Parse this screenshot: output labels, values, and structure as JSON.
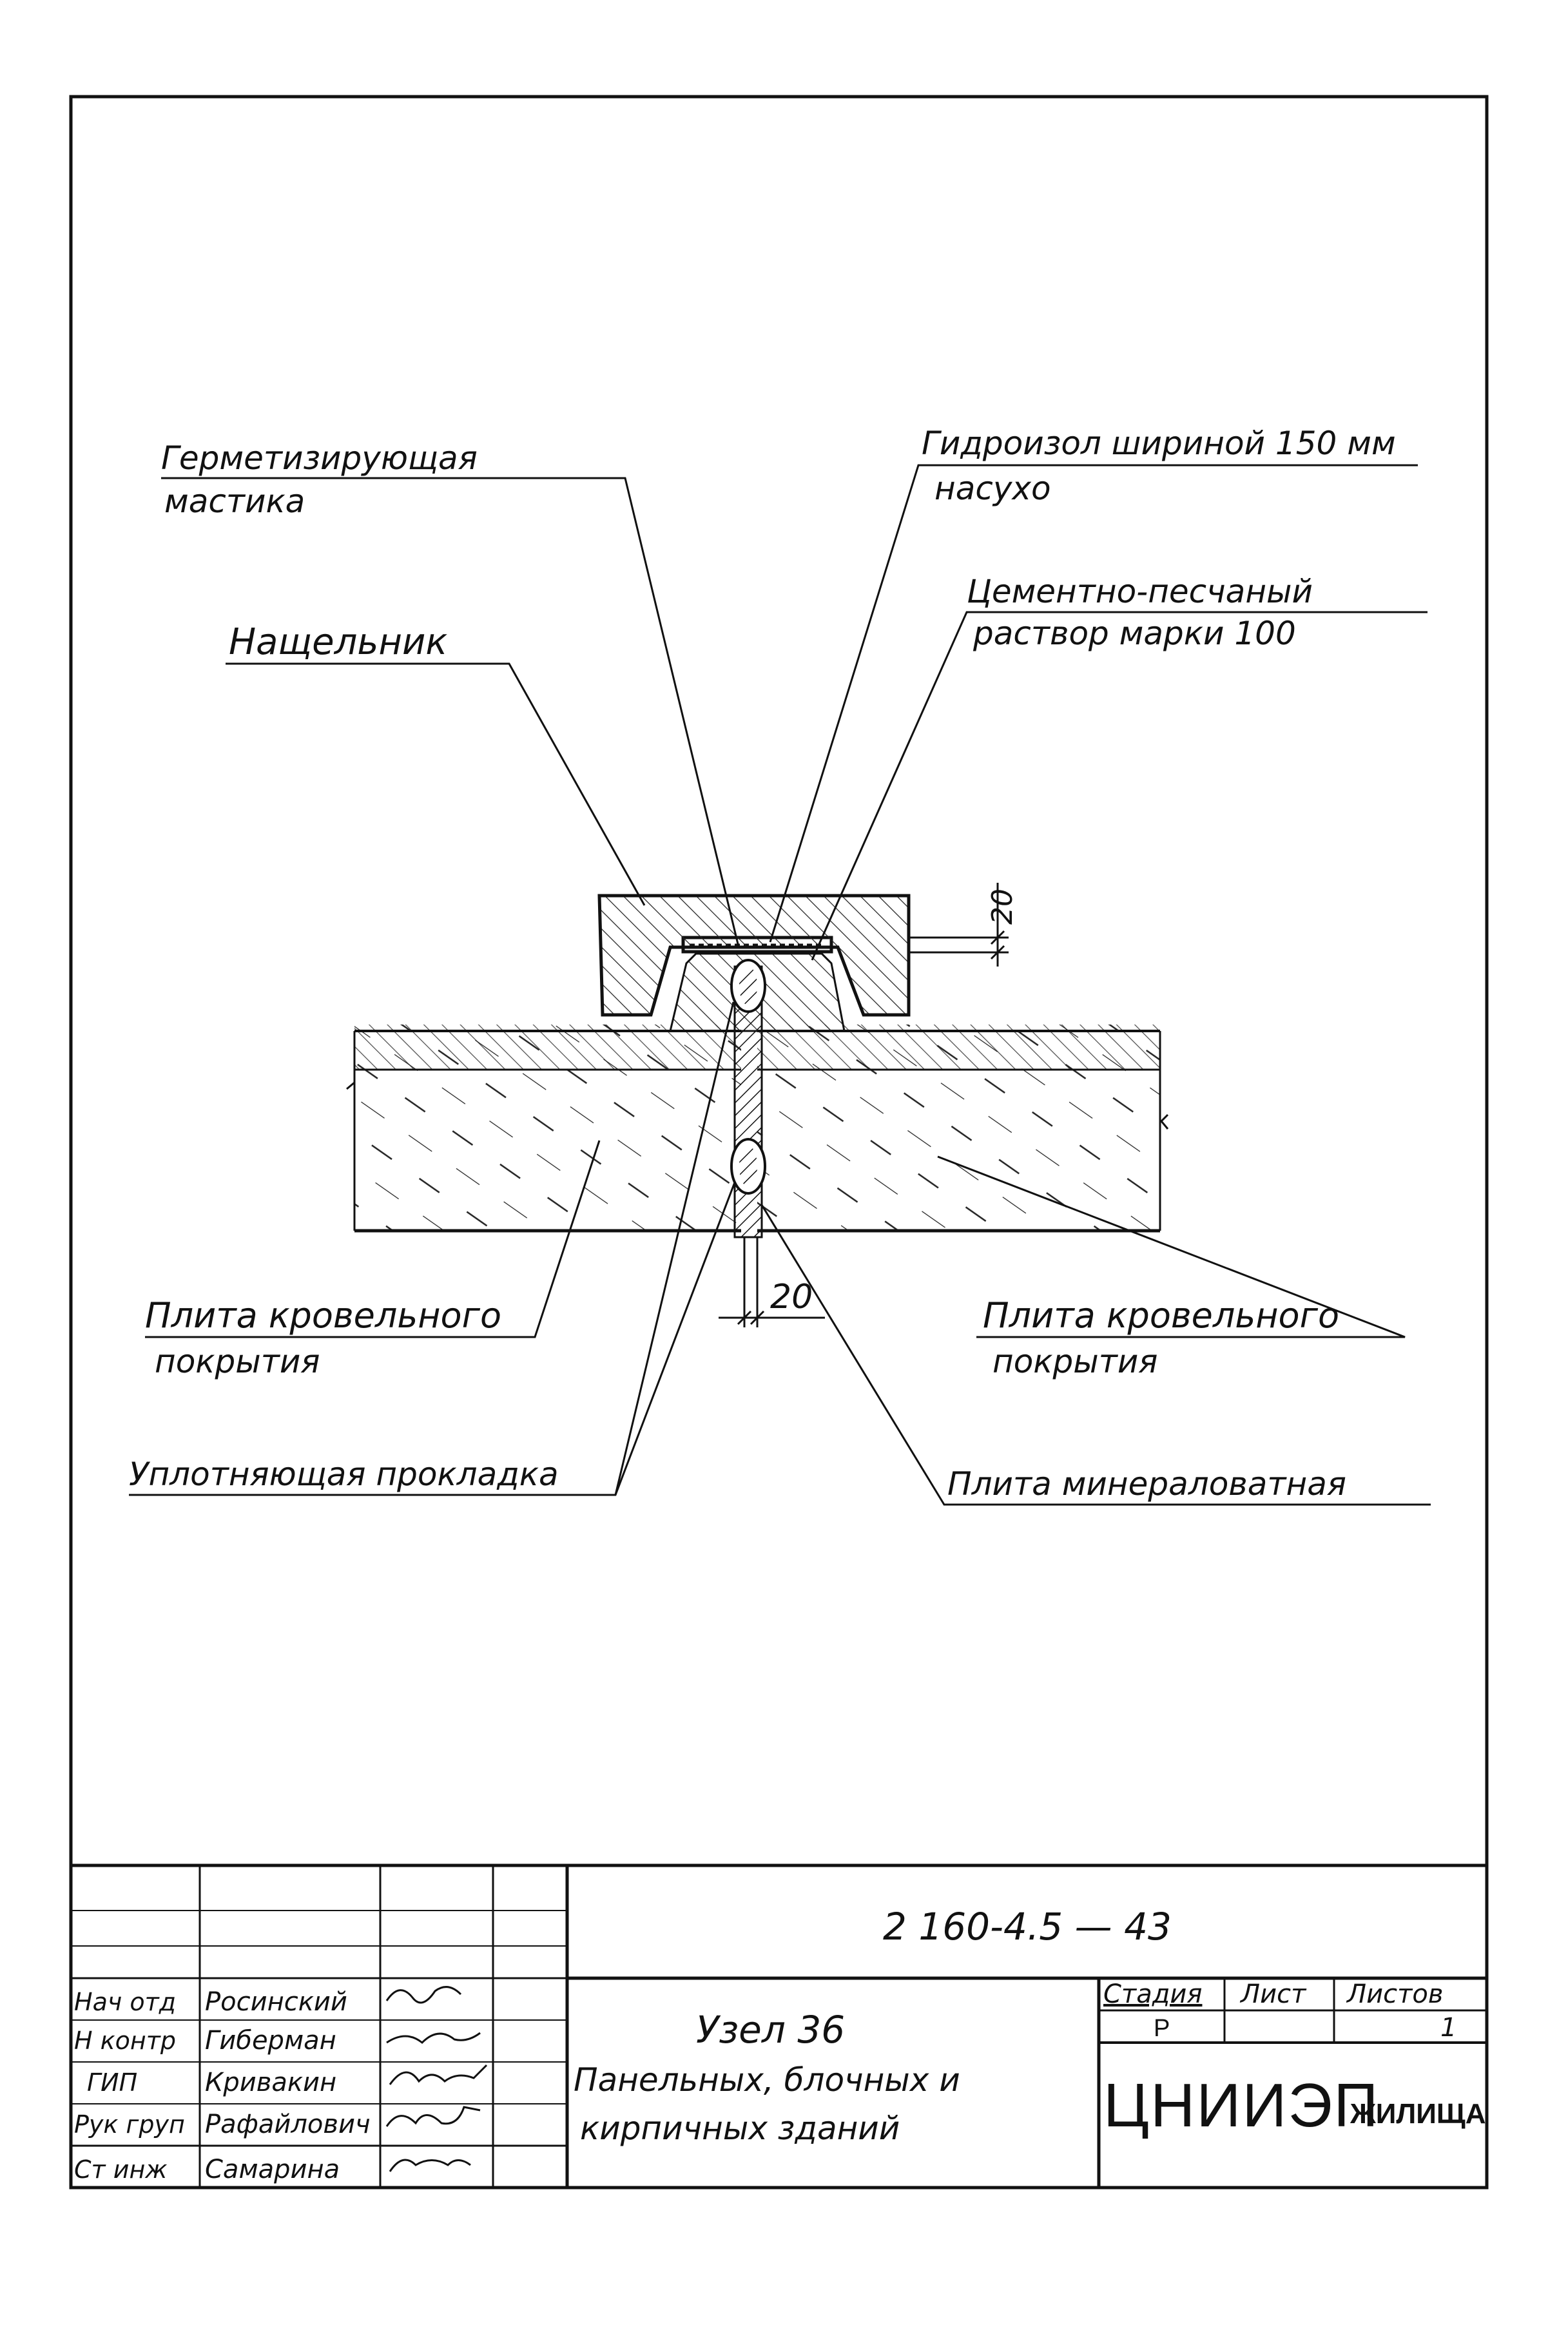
{
  "labels": {
    "sealing_mastic_l1": "Герметизирующая",
    "sealing_mastic_l2": "мастика",
    "hydro_l1": "Гидроизол шириной 150 мм",
    "hydro_l2": "насухо",
    "mortar_l1": "Цементно-песчаный",
    "mortar_l2": "раствор марки 100",
    "cover_strip": "Нащельник",
    "slab_left_l1": "Плита кровельного",
    "slab_left_l2": "покрытия",
    "slab_right_l1": "Плита кровельного",
    "slab_right_l2": "покрытия",
    "gasket": "Уплотняющая прокладка",
    "mineral_wool": "Плита минераловатная"
  },
  "dimensions": {
    "top_gap": "20",
    "bottom_gap": "20"
  },
  "title_block": {
    "document_code": "2 160-4.5 — 43",
    "title_l1": "Узел 36",
    "title_l2": "Панельных, блочных и",
    "title_l3": "кирпичных зданий",
    "stage_header": "Стадия",
    "sheet_header": "Лист",
    "sheets_header": "Листов",
    "stage_value": "Р",
    "sheet_value": "",
    "sheets_value": "1",
    "org_l1": "ЦНИИЭП",
    "org_l2": "ЖИЛИЩА",
    "people": [
      {
        "role": "Нач отд",
        "name": "Росинский"
      },
      {
        "role": "Н контр",
        "name": "Гиберман"
      },
      {
        "role": "ГИП",
        "name": "Кривакин"
      },
      {
        "role": "Рук груп",
        "name": "Рафайлович"
      },
      {
        "role": "Ст инж",
        "name": "Самарина"
      }
    ]
  }
}
